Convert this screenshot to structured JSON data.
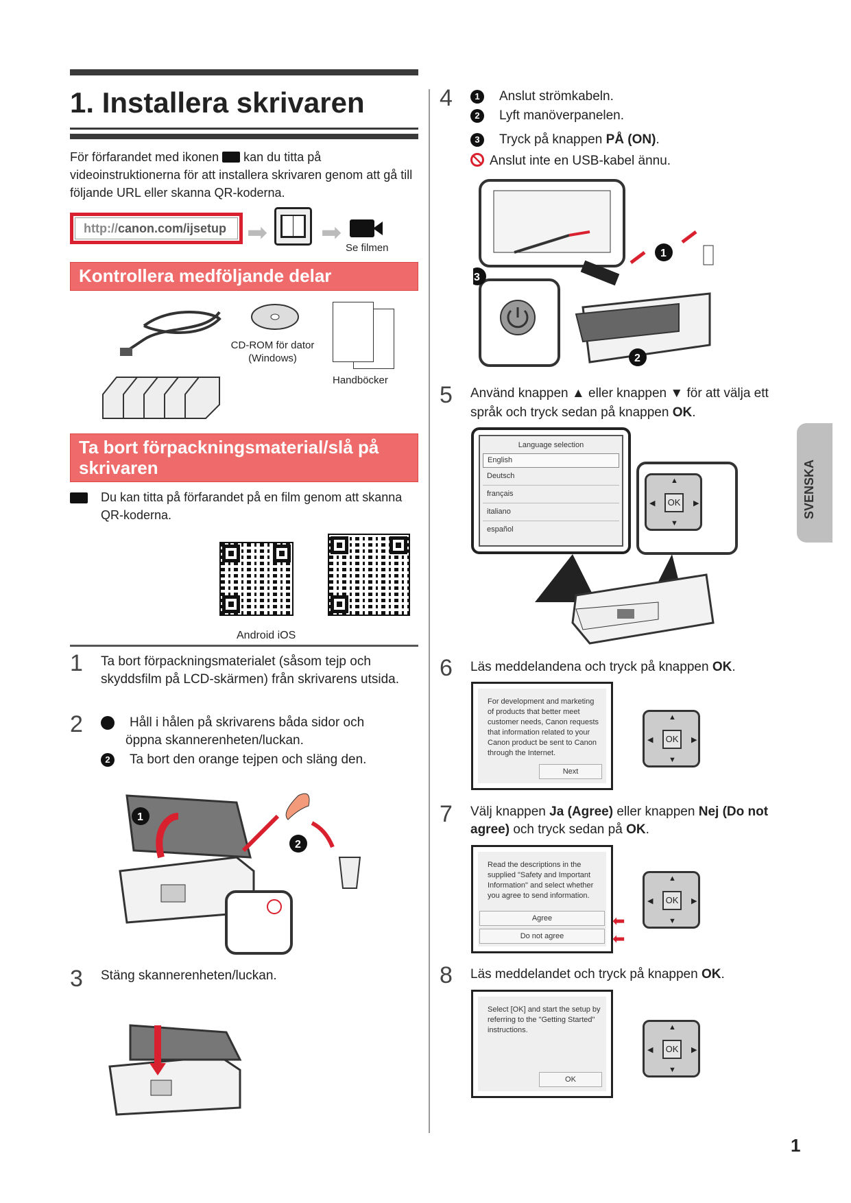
{
  "title": "1. Installera skrivaren",
  "intro": {
    "before_icon": "För förfarandet med ikonen",
    "after_icon": "kan du titta på videoinstruktionerna för att installera skrivaren genom att gå till följande URL eller skanna QR-koderna."
  },
  "url": {
    "prefix": "http://",
    "domain": "canon.com/ijsetup"
  },
  "see_film": "Se filmen",
  "section_parts": "Kontrollera medföljande delar",
  "parts": {
    "cdrom": "CD-ROM för dator (Windows)",
    "manuals": "Handböcker"
  },
  "section_unpack": "Ta bort förpackningsmaterial/slå på skrivaren",
  "film_note": "Du kan titta på förfarandet på en film genom att skanna QR-koderna.",
  "qr_labels": "Android iOS",
  "left_steps": [
    {
      "n": "1",
      "text": "Ta bort förpackningsmaterialet (såsom tejp och skyddsfilm på LCD-skärmen) från skrivarens utsida."
    },
    {
      "n": "2",
      "sub": [
        {
          "m": "1",
          "text": "Håll i hålen på skrivarens båda sidor och öppna skannerenheten/luckan."
        },
        {
          "m": "2",
          "text": "Ta bort den orange tejpen och släng den."
        }
      ]
    },
    {
      "n": "3",
      "text": "Stäng skannerenheten/luckan."
    }
  ],
  "step4": {
    "n": "4",
    "items": [
      {
        "m": "1",
        "text": "Anslut strömkabeln."
      },
      {
        "m": "2",
        "text": "Lyft manöverpanelen."
      },
      {
        "m": "3",
        "text": "Tryck på knappen ",
        "bold": "PÅ (ON)",
        "end": "."
      }
    ],
    "warning": "Anslut inte en USB-kabel ännu."
  },
  "step5": {
    "n": "5",
    "t1": "Använd knappen",
    "t2": "eller knappen",
    "t3": "för att välja ett språk och tryck sedan på knappen",
    "ok": "OK",
    "dot": ".",
    "screen_title": "Language selection",
    "languages": [
      "English",
      "Deutsch",
      "français",
      "italiano",
      "español"
    ]
  },
  "step6": {
    "n": "6",
    "text": "Läs meddelandena och tryck på knappen",
    "ok": "OK",
    "dot": ".",
    "screen": "For development and marketing of products that better meet customer needs, Canon requests that information related to your Canon product be sent to Canon through the Internet.",
    "button": "Next"
  },
  "step7": {
    "n": "7",
    "t1": "Välj knappen",
    "b1": "Ja (Agree)",
    "t2": "eller knappen",
    "b2": "Nej (Do not agree)",
    "t3": "och tryck sedan på",
    "ok": "OK",
    "dot": ".",
    "screen": "Read the descriptions in the supplied \"Safety and Important Information\" and select whether you agree to send information.",
    "agree": "Agree",
    "disagree": "Do not agree"
  },
  "step8": {
    "n": "8",
    "text": "Läs meddelandet och tryck på knappen",
    "ok": "OK",
    "dot": ".",
    "screen": "Select [OK] and start the setup by referring to the \"Getting Started\" instructions.",
    "button": "OK"
  },
  "dpad": {
    "ok": "OK",
    "up": "▲",
    "down": "▼",
    "left": "◀",
    "right": "▶"
  },
  "side_tab": "SVENSKA",
  "page_number": "1",
  "colors": {
    "accent": "#ef6a6a",
    "url_border": "#d9202e"
  }
}
